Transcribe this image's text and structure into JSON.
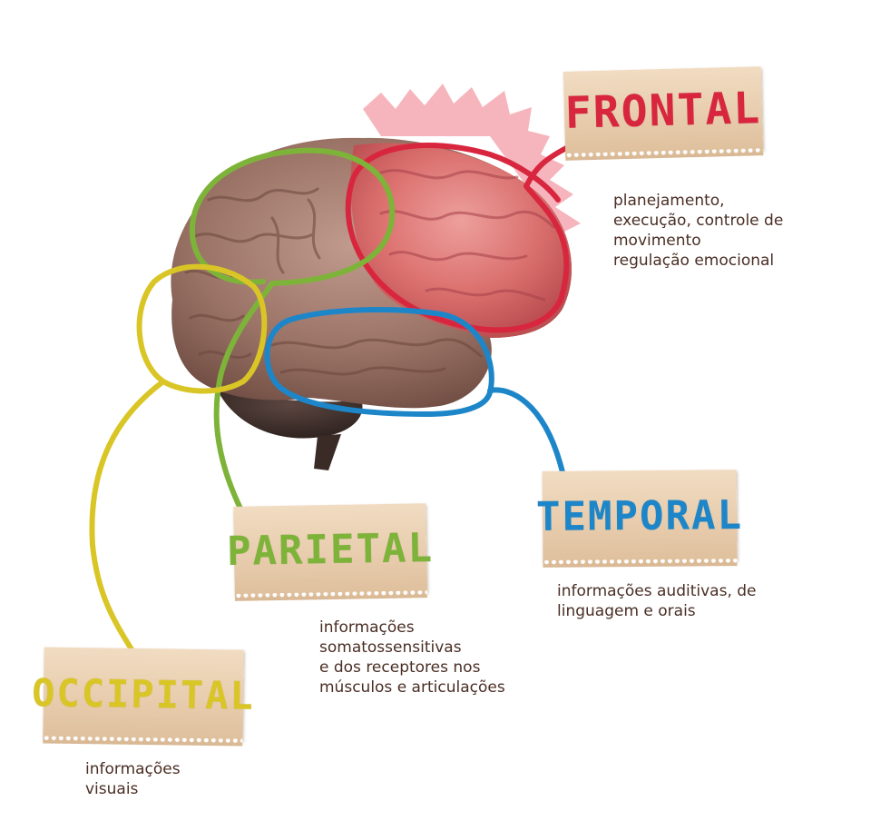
{
  "colors": {
    "frontal": "#d8263f",
    "parietal": "#7eb33a",
    "temporal": "#1d86c9",
    "occipital": "#d9c626",
    "text": "#4a2e24"
  },
  "lobes": {
    "frontal": {
      "title": "FRONTAL",
      "desc": [
        "planejamento,",
        "execução, controle de",
        "movimento",
        "regulação emocional"
      ]
    },
    "parietal": {
      "title": "PARIETAL",
      "desc": [
        "informações",
        "somatossensitivas",
        "e dos receptores nos",
        "músculos e articulações"
      ]
    },
    "temporal": {
      "title": "TEMPORAL",
      "desc": [
        "informações auditivas, de",
        "linguagem e orais"
      ]
    },
    "occipital": {
      "title": "OCCIPITAL",
      "desc": [
        "informações",
        "visuais"
      ]
    }
  }
}
